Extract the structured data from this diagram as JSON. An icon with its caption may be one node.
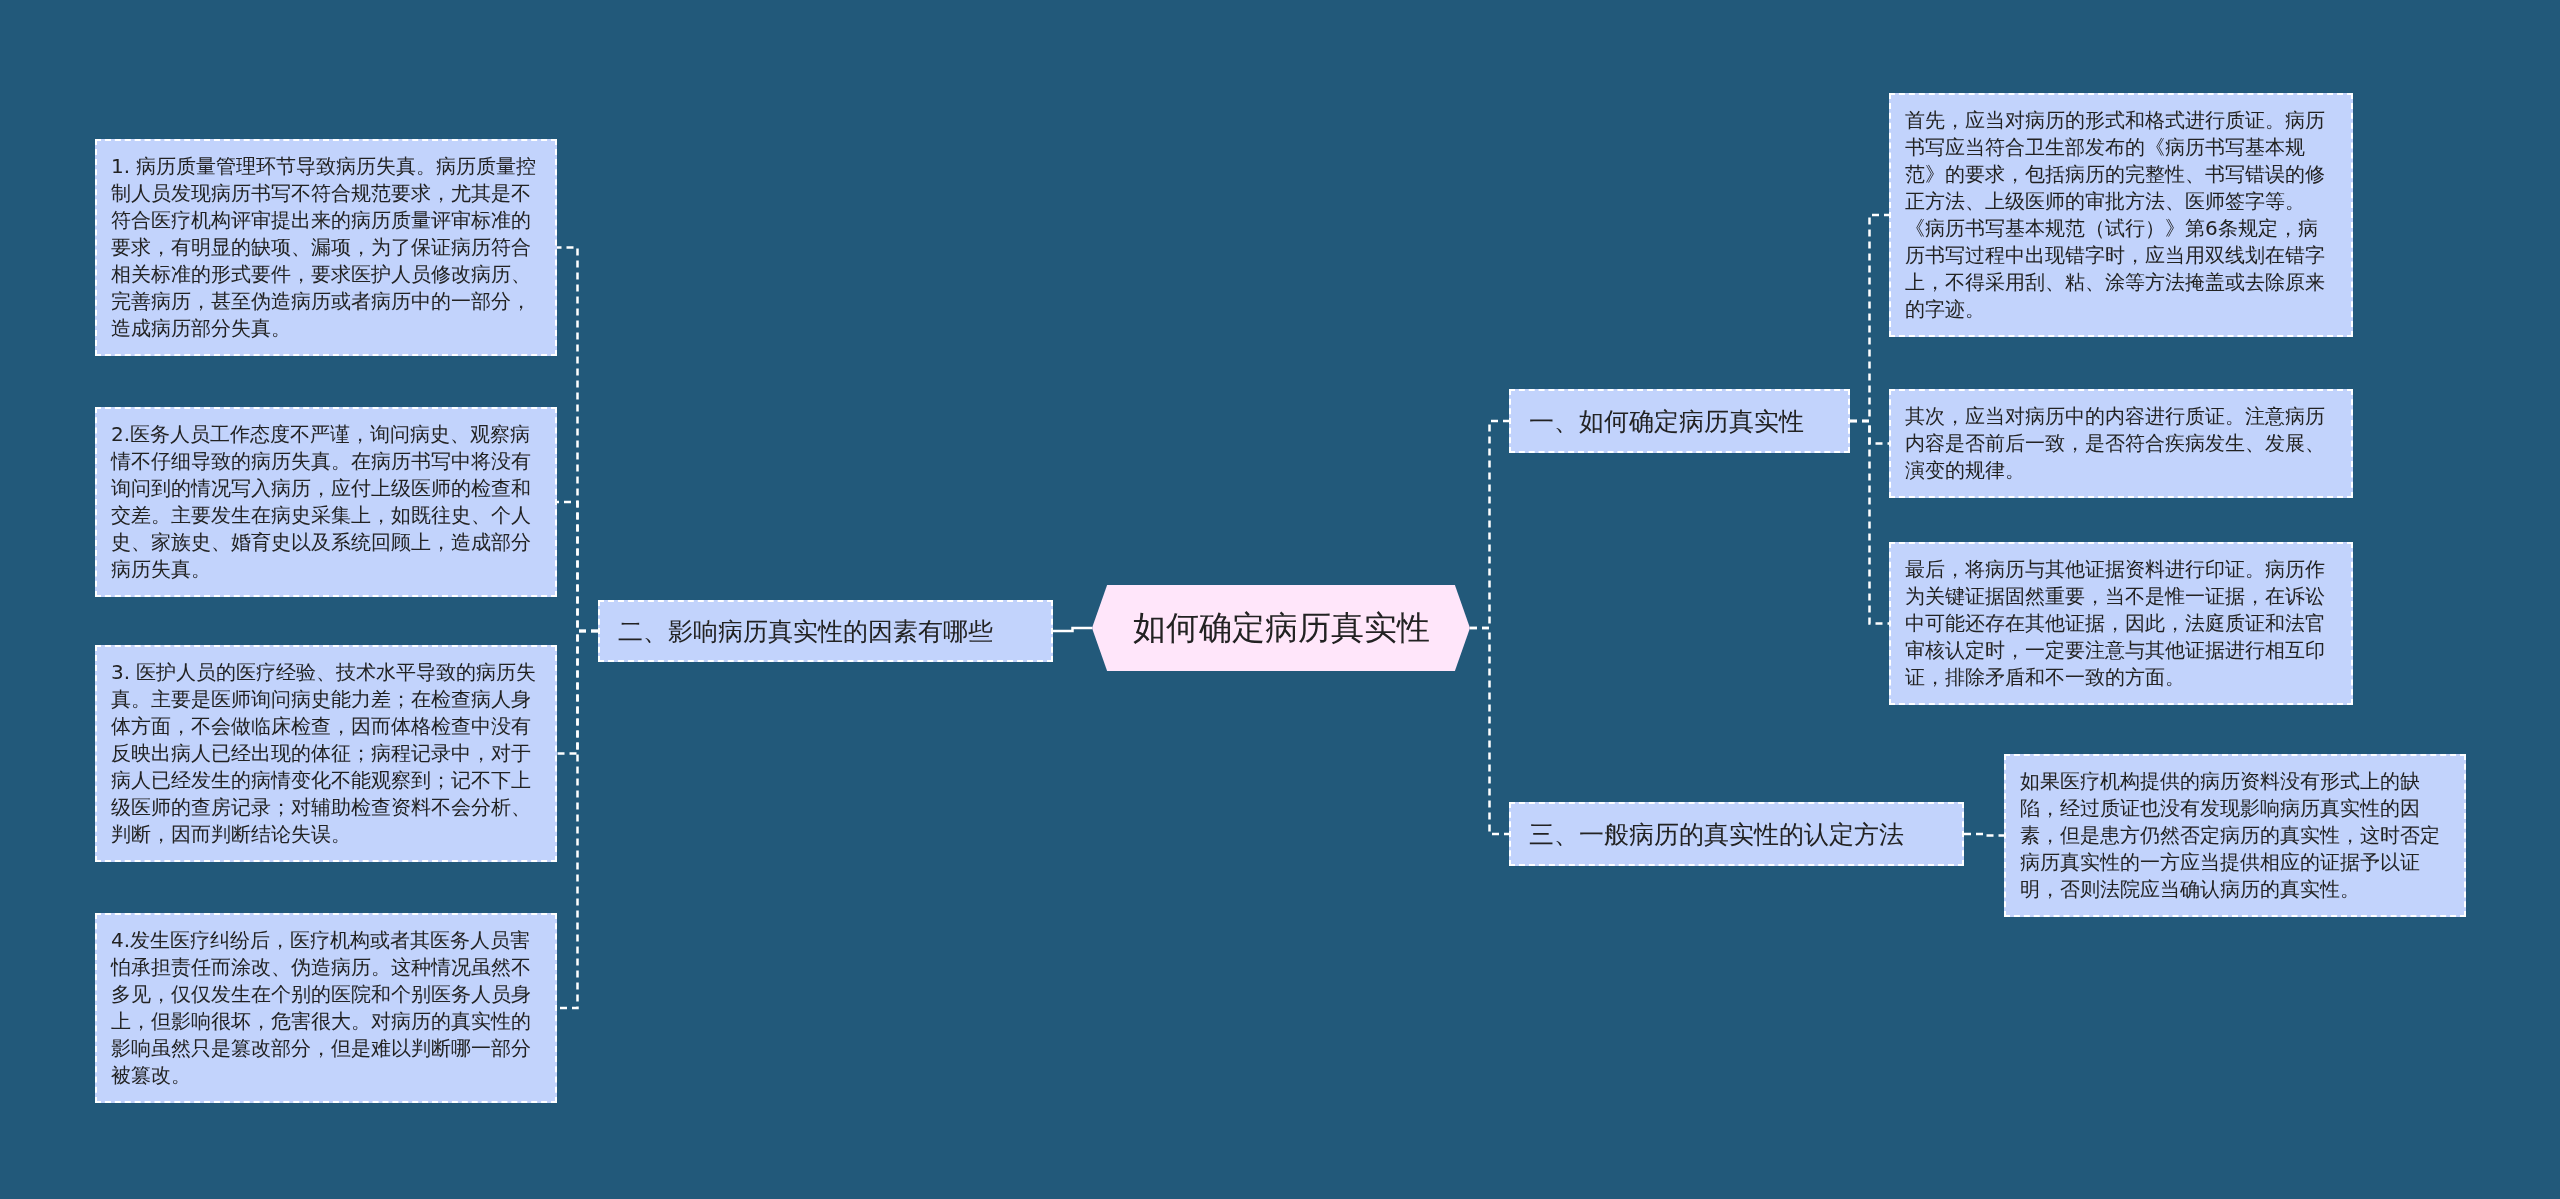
{
  "diagram": {
    "nodes": [
      {
        "text": [
          "如何确定病历真实性"
        ]
      },
      {
        "text": [
          "二、影响病历真实性的因素有哪些"
        ]
      },
      {
        "text": [
          "1. 病历质量管理环节导致病历失真。病历质量控制人员发现病历书写不符合规范要求，尤其是不符合医疗机构评审提出来的病历质量评审标准的要求，有明显的缺项、漏项，为了保证病历符合相关标准的形式要件，要求医护人员修改病历、完善病历，甚至伪造病历或者病历中的一部分，造成病历部分失真。"
        ]
      },
      {
        "text": [
          "2.医务人员工作态度不严谨，询问病史、观察病情不仔细导致的病历失真。在病历书写中将没有询问到的情况写入病历，应付上级医师的检查和交差。主要发生在病史采集上，如既往史、个人史、家族史、婚育史以及系统回顾上，造成部分病历失真。"
        ]
      },
      {
        "text": [
          "3. 医护人员的医疗经验、技术水平导致的病历失真。主要是医师询问病史能力差；在检查病人身体方面，不会做临床检查，因而体格检查中没有反映出病人已经出现的体征；病程记录中，对于病人已经发生的病情变化不能观察到；记不下上级医师的查房记录；对辅助检查资料不会分析、判断，因而判断结论失误。"
        ]
      },
      {
        "text": [
          "4.发生医疗纠纷后，医疗机构或者其医务人员害怕承担责任而涂改、伪造病历。这种情况虽然不多见，仅仅发生在个别的医院和个别医务人员身上，但影响很坏，危害很大。对病历的真实性的影响虽然只是篡改部分，但是难以判断哪一部分被篡改。"
        ]
      },
      {
        "text": [
          "一、如何确定病历真实性"
        ]
      },
      {
        "text": [
          "首先，应当对病历的形式和格式进行质证。病历书写应当符合卫生部发布的《病历书写基本规范》的要求，包括病历的完整性、书写错误的修正方法、上级医师的审批方法、医师签字等。《病历书写基本规范（试行）》第6条规定，病历书写过程中出现错字时，应当用双线划在错字上，不得采用刮、粘、涂等方法掩盖或去除原来的字迹。"
        ]
      },
      {
        "text": [
          "其次，应当对病历中的内容进行质证。注意病历内容是否前后一致，是否符合疾病发生、发展、演变的规律。"
        ]
      },
      {
        "text": [
          "最后，将病历与其他证据资料进行印证。病历作为关键证据固然重要，当不是惟一证据，在诉讼中可能还存在其他证据，因此，法庭质证和法官审核认定时，一定要注意与其他证据进行相互印证，排除矛盾和不一致的方面。"
        ]
      },
      {
        "text": [
          "三、一般病历的真实性的认定方法"
        ]
      },
      {
        "text": [
          "如果医疗机构提供的病历资料没有形式上的缺陷，经过质证也没有发现影响病历真实性的因素，但是患方仍然否定病历的真实性，这时否定病历真实性的一方应当提供相应的证据予以证明，否则法院应当确认病历的真实性。"
        ]
      }
    ],
    "edges": [
      {
        "from": 0,
        "to": 1,
        "arrow": "none"
      },
      {
        "from": 1,
        "to": 2,
        "arrow": "none",
        "style": "dashed"
      },
      {
        "from": 1,
        "to": 3,
        "arrow": "none",
        "style": "dashed"
      },
      {
        "from": 1,
        "to": 4,
        "arrow": "none",
        "style": "dashed"
      },
      {
        "from": 1,
        "to": 5,
        "arrow": "none",
        "style": "dashed"
      },
      {
        "from": 0,
        "to": 6,
        "arrow": "none",
        "style": "dashed"
      },
      {
        "from": 6,
        "to": 7,
        "arrow": "none",
        "style": "dashed"
      },
      {
        "from": 6,
        "to": 8,
        "arrow": "none",
        "style": "dashed"
      },
      {
        "from": 6,
        "to": 9,
        "arrow": "none",
        "style": "dashed"
      },
      {
        "from": 0,
        "to": 10,
        "arrow": "none",
        "style": "dashed"
      },
      {
        "from": 10,
        "to": 11,
        "arrow": "none",
        "style": "dashed"
      }
    ]
  }
}
